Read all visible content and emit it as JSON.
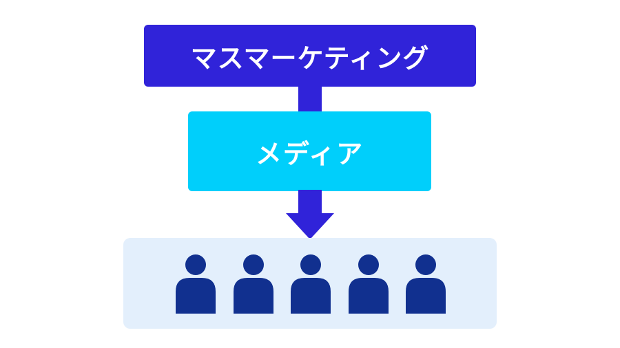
{
  "diagram": {
    "top_box": {
      "label": "マスマーケティング",
      "color": "#3023d9"
    },
    "middle_box": {
      "label": "メディア",
      "color": "#00cffb"
    },
    "connector_color": "#3023d9",
    "audience": {
      "background": "#e3effc",
      "person_color": "#11308f",
      "people_count": 5
    }
  }
}
